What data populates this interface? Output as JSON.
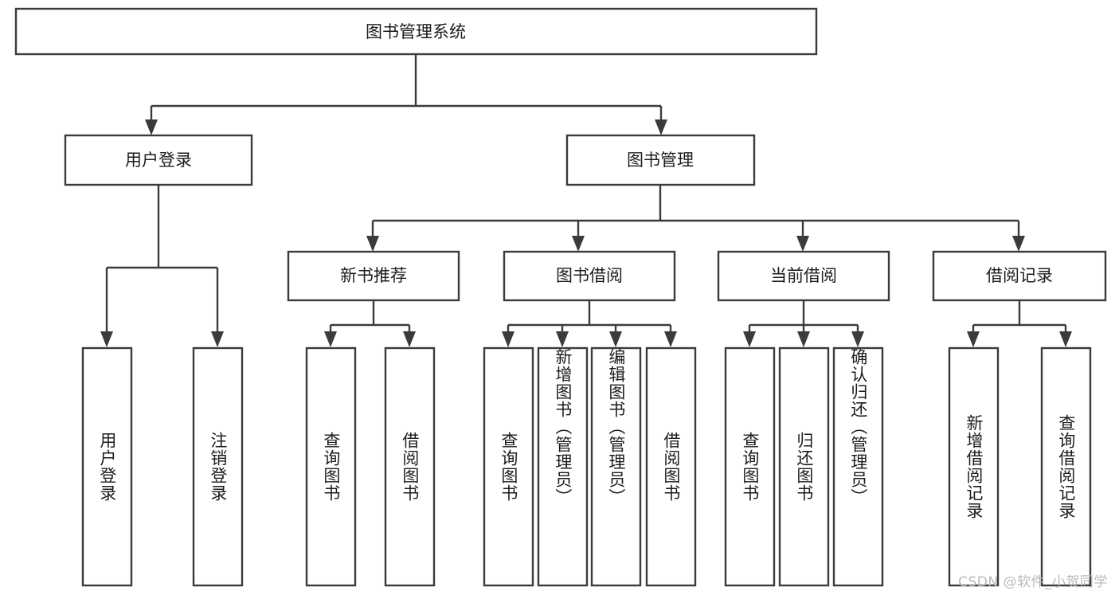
{
  "diagram": {
    "type": "tree-hierarchy",
    "title": "图书管理系统",
    "orientation": "top-down",
    "colors": {
      "box_stroke": "#3b3b3b",
      "box_fill": "#ffffff",
      "text": "#1c1c1c",
      "background": "#ffffff",
      "watermark": "#b9b9b9"
    },
    "root": {
      "label": "图书管理系统"
    },
    "level1": [
      {
        "label": "用户登录"
      },
      {
        "label": "图书管理"
      }
    ],
    "level2": [
      {
        "label": "新书推荐",
        "parent": "图书管理"
      },
      {
        "label": "图书借阅",
        "parent": "图书管理"
      },
      {
        "label": "当前借阅",
        "parent": "图书管理"
      },
      {
        "label": "借阅记录",
        "parent": "图书管理"
      }
    ],
    "leaves": {
      "用户登录": [
        {
          "label": "用户登录",
          "columns": [
            "用户登录"
          ]
        },
        {
          "label": "注销登录",
          "columns": [
            "注销登录"
          ]
        }
      ],
      "新书推荐": [
        {
          "label": "查询图书",
          "columns": [
            "查询图书"
          ]
        },
        {
          "label": "借阅图书",
          "columns": [
            "借阅图书"
          ]
        }
      ],
      "图书借阅": [
        {
          "label": "查询图书",
          "columns": [
            "查询图书"
          ]
        },
        {
          "label": "新增图书（管理员）",
          "columns": [
            "新增图书（管理员）"
          ]
        },
        {
          "label": "编辑图书（管理员）",
          "columns": [
            "编辑图书（管理员）"
          ]
        },
        {
          "label": "借阅图书",
          "columns": [
            "借阅图书"
          ]
        }
      ],
      "当前借阅": [
        {
          "label": "查询图书",
          "columns": [
            "查询图书"
          ]
        },
        {
          "label": "归还图书",
          "columns": [
            "归还图书"
          ]
        },
        {
          "label": "确认归还（管理员）",
          "columns": [
            "确认归还（管理员）"
          ]
        }
      ],
      "借阅记录": [
        {
          "label": "新增借阅记录",
          "columns": [
            "新增借阅记录"
          ]
        },
        {
          "label": "查询借阅记录",
          "columns": [
            "查询借阅记录"
          ]
        }
      ]
    }
  },
  "watermark": {
    "text": "CSDN @软件_小贺同学"
  }
}
